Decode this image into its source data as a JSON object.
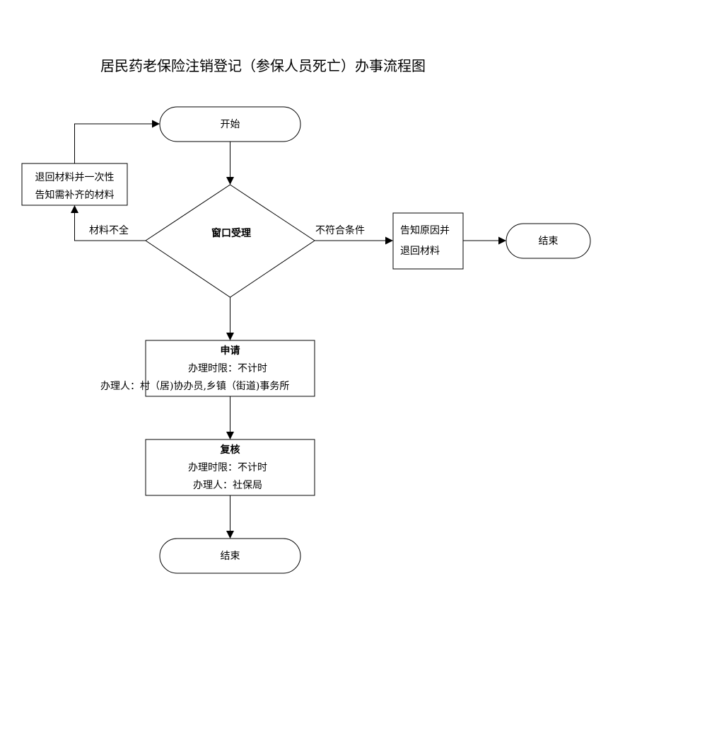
{
  "title": "居民药老保险注销登记（参保人员死亡）办事流程图",
  "nodes": {
    "start": "开始",
    "return_materials": [
      "退回材料并一次性",
      "告知需补齐的材料"
    ],
    "window": "窗口受理",
    "inform_reason": [
      "告知原因并",
      "退回材料"
    ],
    "end_right": "结束",
    "apply": {
      "title": "申请",
      "time_limit": "办理时限：不计时",
      "handler": "办理人：村（居)协办员,乡镇（街道)事务所"
    },
    "review": {
      "title": "复核",
      "time_limit": "办理时限：不计时",
      "handler": "办理人：社保局"
    },
    "end_bottom": "结束"
  },
  "edges": {
    "incomplete": "材料不全",
    "not_qualified": "不符合条件"
  }
}
